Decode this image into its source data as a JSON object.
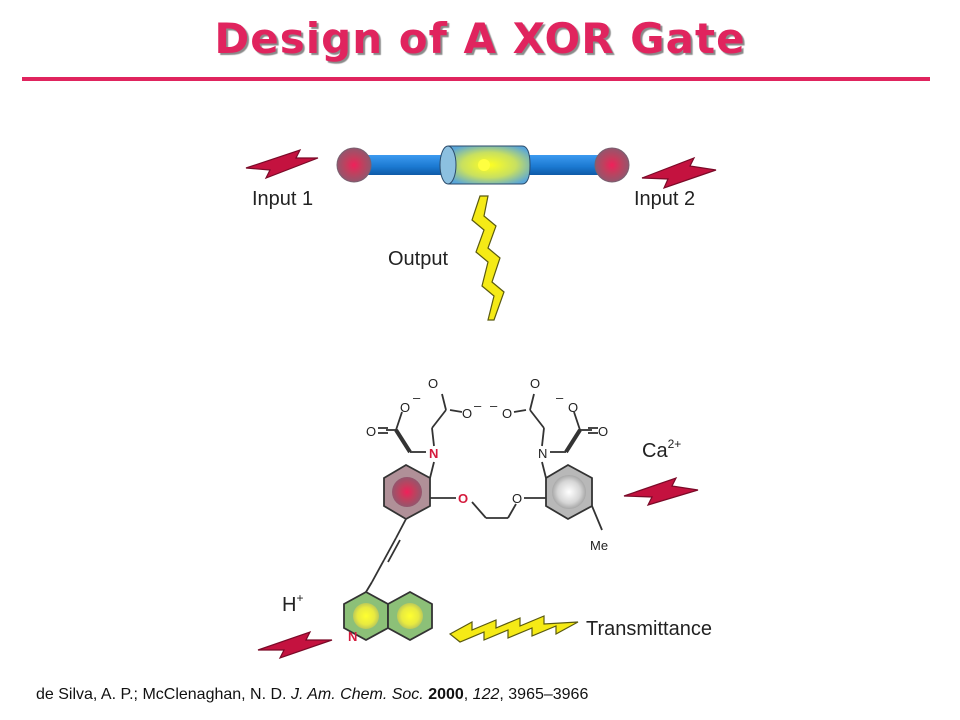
{
  "title": "Design of A XOR Gate",
  "labels": {
    "input1": "Input 1",
    "input2": "Input 2",
    "output": "Output",
    "ca_base": "Ca",
    "ca_charge": "2+",
    "h_base": "H",
    "h_charge": "+",
    "transmittance": "Transmittance"
  },
  "molecule": {
    "oxygen": "O",
    "nitrogen": "N",
    "negative": "–",
    "methyl": "Me"
  },
  "reference": {
    "authors": "de Silva, A. P.; McClenaghan, N. D.",
    "journal": "J. Am. Chem. Soc.",
    "year": "2000",
    "volume": "122",
    "pages": "3965–3966"
  },
  "colors": {
    "title": "#e0245e",
    "arrow_input": "#c4123f",
    "arrow_output": "#f5ea16",
    "rod": "#1e7fd8",
    "ball": "#e0245e"
  }
}
